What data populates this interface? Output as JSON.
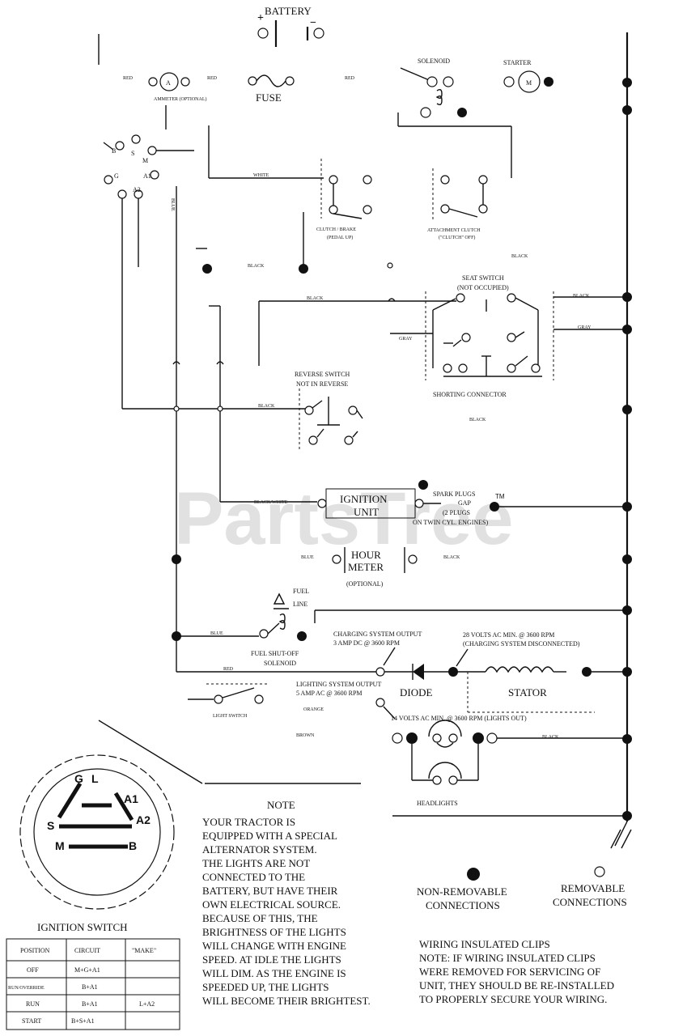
{
  "components": {
    "battery": "BATTERY",
    "battery_plus": "+",
    "battery_minus": "−",
    "ammeter_symbol": "A",
    "ammeter": "AMMETER (OPTIONAL)",
    "fuse": "FUSE",
    "solenoid": "SOLENOID",
    "starter": "STARTER",
    "starter_symbol": "M",
    "clutch_brake": [
      "CLUTCH / BRAKE",
      "(PEDAL UP)"
    ],
    "attachment_clutch": [
      "ATTACHMENT CLUTCH",
      "(\"CLUTCH\" OFF)"
    ],
    "seat_switch": [
      "SEAT SWITCH",
      "(NOT OCCUPIED)"
    ],
    "shorting_connector": "SHORTING CONNECTOR",
    "reverse_switch": [
      "REVERSE SWITCH",
      "NOT IN REVERSE"
    ],
    "ignition_unit": [
      "IGNITION",
      "UNIT"
    ],
    "spark_plugs": [
      "SPARK PLUGS",
      "GAP",
      "(2 PLUGS",
      "ON TWIN CYL. ENGINES)"
    ],
    "hour_meter": [
      "HOUR",
      "METER",
      "(OPTIONAL)"
    ],
    "fuel_line": [
      "FUEL",
      "LINE"
    ],
    "fuel_solenoid": [
      "FUEL SHUT-OFF",
      "SOLENOID"
    ],
    "charging_output": [
      "CHARGING SYSTEM OUTPUT",
      "3 AMP DC @ 3600 RPM"
    ],
    "volts_28": [
      "28 VOLTS AC MIN. @ 3600 RPM",
      "(CHARGING SYSTEM DISCONNECTED)"
    ],
    "lighting_output": [
      "LIGHTING SYSTEM OUTPUT",
      "5 AMP AC @ 3600 RPM"
    ],
    "diode": "DIODE",
    "stator": "STATOR",
    "volts_14": "14 VOLTS AC MIN. @ 3600 RPM (LIGHTS OUT)",
    "light_switch": "LIGHT SWITCH",
    "headlights": "HEADLIGHTS"
  },
  "wire_colors": {
    "red_1": "RED",
    "red_2": "RED",
    "red_3": "RED",
    "white": "WHITE",
    "blue_vertical": "BLUE",
    "black_1": "BLACK",
    "black_2": "BLACK",
    "black_3": "BLACK",
    "black_4": "BLACK",
    "black_5": "BLACK",
    "black_6": "BLACK",
    "gray_1": "GRAY",
    "gray_2": "GRAY",
    "black_white": "BLACK/WHITE",
    "blue_2": "BLUE",
    "blue_3": "BLUE",
    "black_7": "BLACK",
    "red_4": "RED",
    "orange": "ORANGE",
    "brown": "BROWN",
    "black_8": "BLACK"
  },
  "switch_terminals": [
    "G",
    "L",
    "A1",
    "A2",
    "S",
    "M",
    "B"
  ],
  "watermark": "PartsTree",
  "trademark": "TM",
  "note": {
    "title": "NOTE",
    "lines": [
      "YOUR TRACTOR IS",
      "EQUIPPED WITH A SPECIAL",
      "ALTERNATOR SYSTEM.",
      "THE LIGHTS ARE NOT",
      "CONNECTED TO THE",
      "BATTERY, BUT HAVE THEIR",
      "OWN ELECTRICAL SOURCE.",
      "BECAUSE OF THIS, THE",
      "BRIGHTNESS OF THE LIGHTS",
      "WILL CHANGE WITH ENGINE",
      "SPEED.  AT IDLE THE LIGHTS",
      "WILL DIM.  AS THE ENGINE IS",
      "SPEEDED UP, THE LIGHTS",
      "WILL BECOME THEIR BRIGHTEST."
    ]
  },
  "legend": {
    "non_removable": [
      "NON-REMOVABLE",
      "CONNECTIONS"
    ],
    "removable": [
      "REMOVABLE",
      "CONNECTIONS"
    ]
  },
  "clips_note": {
    "title": "WIRING INSULATED CLIPS",
    "lines": [
      "NOTE:  IF WIRING INSULATED CLIPS",
      "WERE REMOVED FOR SERVICING OF",
      "UNIT, THEY SHOULD BE RE-INSTALLED",
      "TO PROPERLY SECURE YOUR WIRING."
    ]
  },
  "ignition_switch": {
    "title": "IGNITION SWITCH",
    "headers": [
      "POSITION",
      "CIRCUIT",
      "\"MAKE\""
    ],
    "rows": [
      [
        "OFF",
        "M+G+A1",
        ""
      ],
      [
        "RUN/OVERRIDE",
        "B+A1",
        ""
      ],
      [
        "RUN",
        "B+A1",
        "L+A2"
      ],
      [
        "START",
        "B+S+A1",
        ""
      ]
    ]
  }
}
